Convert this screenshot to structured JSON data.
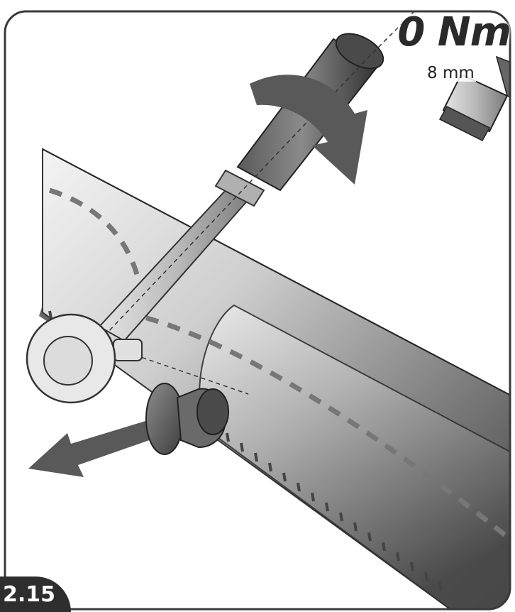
{
  "torque_value": "0 Nm",
  "socket_size": "8 mm",
  "step_number": "2.15",
  "colors": {
    "frame": "#3a3a3a",
    "arrow": "#595959",
    "badge": "#2e2e2e"
  },
  "icons": [
    "rotate-arrow-icon",
    "pull-out-arrow-icon",
    "socket-icon"
  ]
}
